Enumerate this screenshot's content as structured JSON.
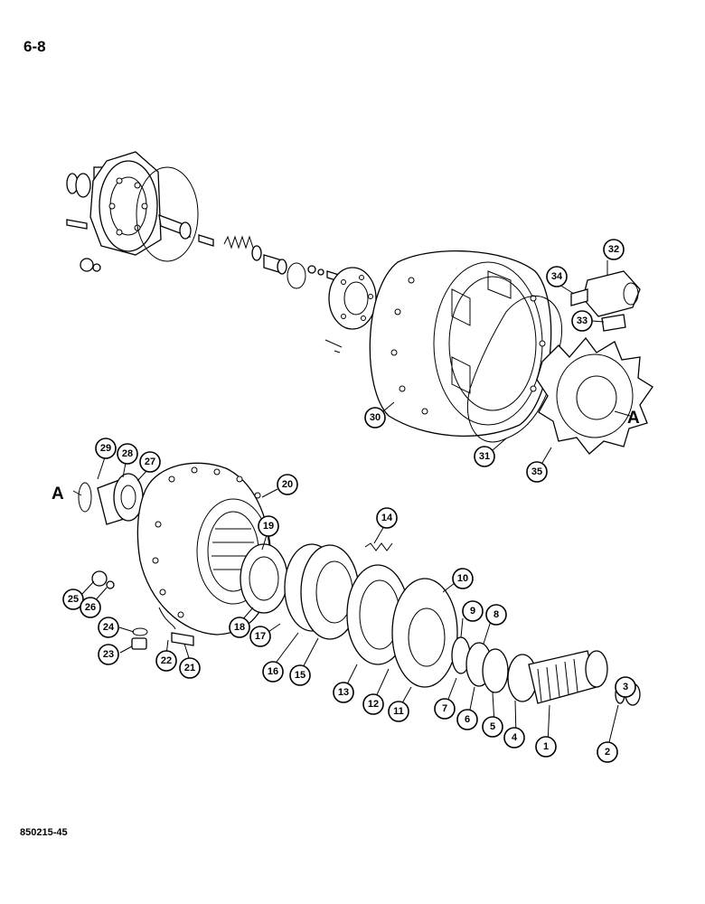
{
  "page": {
    "number": "6-8",
    "doc_code": "850215-45"
  },
  "view_markers": {
    "A1": "A",
    "A2": "A"
  },
  "callouts": [
    {
      "id": "c1",
      "label": "1"
    },
    {
      "id": "c2",
      "label": "2"
    },
    {
      "id": "c3",
      "label": "3"
    },
    {
      "id": "c4",
      "label": "4"
    },
    {
      "id": "c5",
      "label": "5"
    },
    {
      "id": "c6",
      "label": "6"
    },
    {
      "id": "c7",
      "label": "7"
    },
    {
      "id": "c8",
      "label": "8"
    },
    {
      "id": "c9",
      "label": "9"
    },
    {
      "id": "c10",
      "label": "10"
    },
    {
      "id": "c11",
      "label": "11"
    },
    {
      "id": "c12",
      "label": "12"
    },
    {
      "id": "c13",
      "label": "13"
    },
    {
      "id": "c14",
      "label": "14"
    },
    {
      "id": "c15",
      "label": "15"
    },
    {
      "id": "c16",
      "label": "16"
    },
    {
      "id": "c17",
      "label": "17"
    },
    {
      "id": "c18",
      "label": "18"
    },
    {
      "id": "c19",
      "label": "19"
    },
    {
      "id": "c20",
      "label": "20"
    },
    {
      "id": "c21",
      "label": "21"
    },
    {
      "id": "c22",
      "label": "22"
    },
    {
      "id": "c23",
      "label": "23"
    },
    {
      "id": "c24",
      "label": "24"
    },
    {
      "id": "c25",
      "label": "25"
    },
    {
      "id": "c26",
      "label": "26"
    },
    {
      "id": "c27",
      "label": "27"
    },
    {
      "id": "c28",
      "label": "28"
    },
    {
      "id": "c29",
      "label": "29"
    },
    {
      "id": "c30",
      "label": "30"
    },
    {
      "id": "c31",
      "label": "31"
    },
    {
      "id": "c32",
      "label": "32"
    },
    {
      "id": "c33",
      "label": "33"
    },
    {
      "id": "c34",
      "label": "34"
    },
    {
      "id": "c35",
      "label": "35"
    }
  ]
}
